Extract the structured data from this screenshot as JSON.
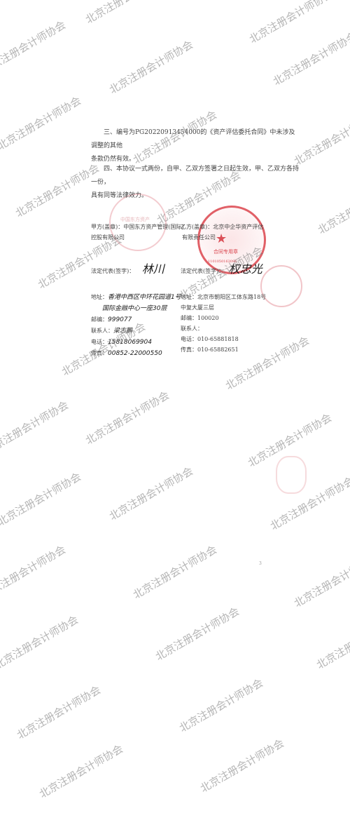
{
  "clauses": {
    "three_lines": [
      "三、编号为PG20220913454000的《资产评估委托合同》中未涉及调整的其他",
      "条款仍然有效。"
    ],
    "four_lines": [
      "四、本协议一式两份，自甲、乙双方签署之日起生效，甲、乙双方各持一份，",
      "具有同等法律效力。"
    ]
  },
  "party_a": {
    "label": "甲方(盖章)：中国东方资产管理(国际)",
    "label_line2": "控股有限公司",
    "rep_label": "法定代表(签字)：",
    "rep_signature": "林川",
    "address_label": "地址：",
    "address_handwritten_1": "香港中西区中环花园道1号",
    "address_handwritten_2": "国际金融中心一座30层",
    "postcode_label": "邮编：",
    "postcode_handwritten": "999077",
    "contact_label": "联系人：",
    "contact_handwritten": "梁志鹏",
    "phone_label": "电话：",
    "phone_handwritten": "15818069904",
    "fax_label": "传真：",
    "fax_handwritten": "00852-22000550"
  },
  "party_b": {
    "label": "乙方(盖章)：北京中企华资产评估",
    "label_line2": "有限责任公司",
    "rep_label": "法定代表(签字)：",
    "rep_signature": "权忠光",
    "address_label": "地址：",
    "address": "北京市朝阳区工体东路18号",
    "address_line2": "中复大厦三层",
    "postcode_label": "邮编：",
    "postcode": "100020",
    "contact_label": "联系人：",
    "contact": "",
    "phone_label": "电话：",
    "phone": "010-65881818",
    "fax_label": "传真：",
    "fax": "010-65882651"
  },
  "seals": {
    "party_a_seal_text": "中国东方资产",
    "party_b_seal_text": "合同专用章",
    "party_b_seal_number": "1101050163096"
  },
  "page_number": "3",
  "watermark": "北京注册会计师协会",
  "colors": {
    "seal_red": "#d72d37",
    "watermark_gray": "#787878",
    "text": "#444444"
  }
}
